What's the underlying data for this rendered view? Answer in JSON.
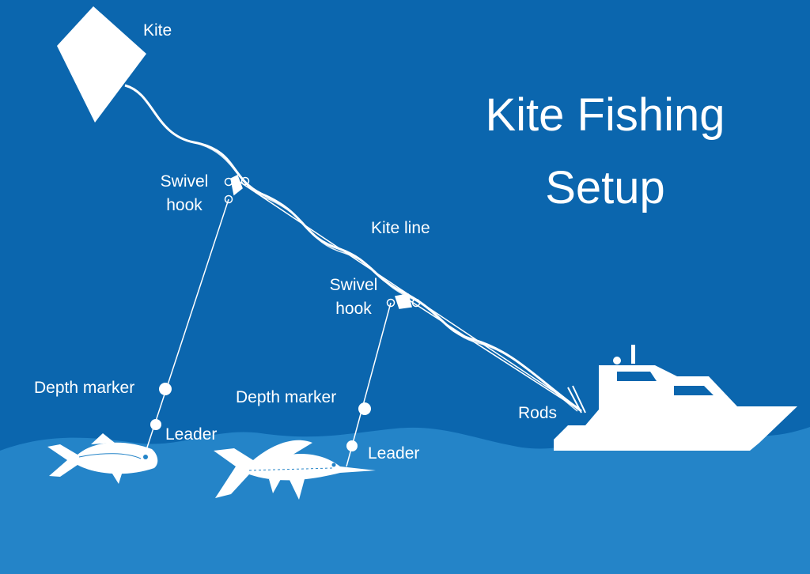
{
  "title_line1": "Kite Fishing",
  "title_line2": "Setup",
  "labels": {
    "kite": "Kite",
    "swivel_hook_1": "Swivel",
    "swivel_hook_1_b": "hook",
    "swivel_hook_2": "Swivel",
    "swivel_hook_2_b": "hook",
    "kite_line": "Kite line",
    "depth_marker_1": "Depth marker",
    "depth_marker_2": "Depth marker",
    "leader_1": "Leader",
    "leader_2": "Leader",
    "rods": "Rods"
  },
  "colors": {
    "sky": "#0b66ae",
    "sea": "#2484c8",
    "foreground": "#ffffff"
  }
}
